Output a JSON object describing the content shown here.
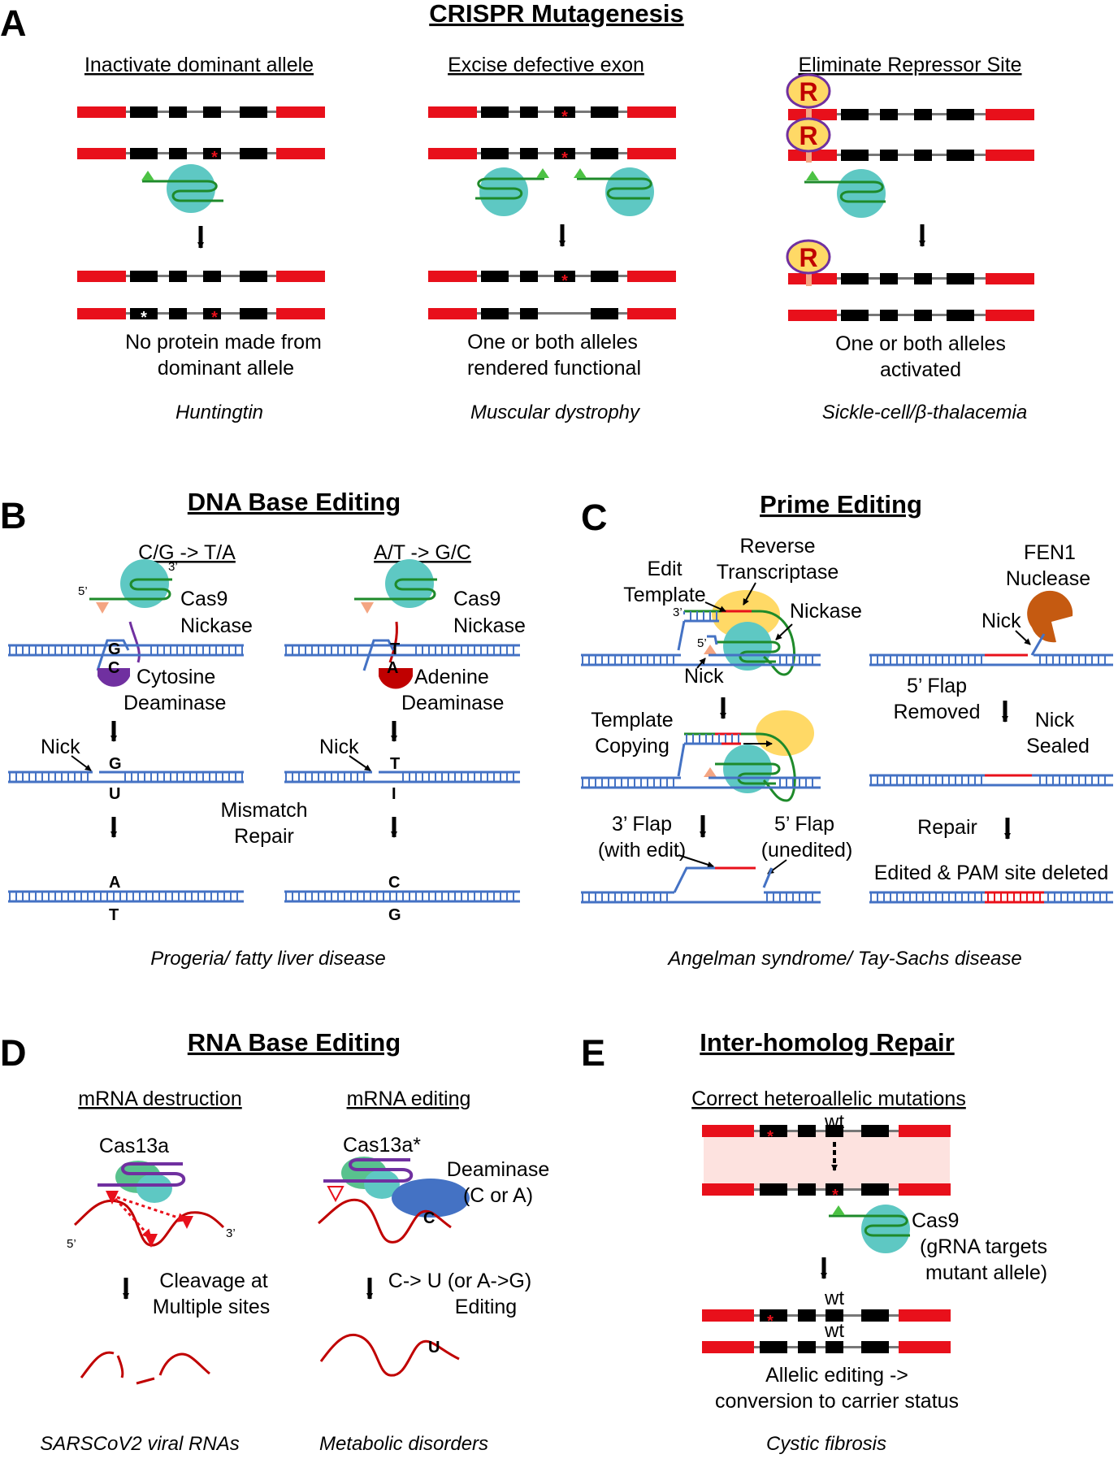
{
  "colors": {
    "red": "#e8101b",
    "black": "#000000",
    "gray": "#777777",
    "dna_blue": "#4472c4",
    "cas_teal": "#5ec8c3",
    "green": "#1e8a2a",
    "pam_green": "#4cc244",
    "pam_orange": "#f4a582",
    "purple": "#7030a0",
    "dark_red": "#c00000",
    "yellow": "#ffd966",
    "orange_brown": "#c55a11",
    "violet_strand": "#7030a0",
    "rna_red": "#c00000",
    "deaminase_blue": "#4472c4",
    "pink_band": "#fde2df"
  },
  "panelA": {
    "label": "A",
    "title": "CRISPR Mutagenesis",
    "col1": {
      "subtitle": "Inactivate dominant allele",
      "outcome1": "No protein made from",
      "outcome2": "dominant allele",
      "disease": "Huntingtin"
    },
    "col2": {
      "subtitle": "Excise defective exon",
      "outcome1": "One or both alleles",
      "outcome2": "rendered functional",
      "disease": "Muscular dystrophy"
    },
    "col3": {
      "subtitle": "Eliminate Repressor Site",
      "repressor": "R",
      "outcome1": "One or both alleles",
      "outcome2": "activated",
      "disease": "Sickle-cell/β-thalacemia"
    },
    "mutation_mark": "*"
  },
  "panelB": {
    "label": "B",
    "title": "DNA Base Editing",
    "left": {
      "subtitle": "C/G -> T/A",
      "five": "5’",
      "three": "3’",
      "cas1": "Cas9",
      "cas2": "Nickase",
      "top_base": "G",
      "bottom_base": "C",
      "deam1": "Cytosine",
      "deam2": "Deaminase",
      "nick": "Nick",
      "mid_top": "G",
      "mid_bottom": "U",
      "final_top": "A",
      "final_bottom": "T"
    },
    "center1": "Mismatch",
    "center2": "Repair",
    "right": {
      "subtitle": "A/T -> G/C",
      "cas1": "Cas9",
      "cas2": "Nickase",
      "top_base": "T",
      "bottom_base": "A",
      "deam1": "Adenine",
      "deam2": "Deaminase",
      "nick": "Nick",
      "mid_top": "T",
      "mid_bottom": "I",
      "final_top": "C",
      "final_bottom": "G"
    },
    "disease": "Progeria/ fatty liver disease"
  },
  "panelC": {
    "label": "C",
    "title": "Prime Editing",
    "rt1": "Reverse",
    "rt2": "Transcriptase",
    "edit1": "Edit",
    "edit2": "Template",
    "three": "3’",
    "five": "5’",
    "nickase": "Nickase",
    "nick": "Nick",
    "tc1": "Template",
    "tc2": "Copying",
    "flap3a": "3’ Flap",
    "flap3b": "(with edit)",
    "flap5a": "5’ Flap",
    "flap5b": "(unedited)",
    "fen1": "FEN1",
    "fen2": "Nuclease",
    "nick_r": "Nick",
    "removed1": "5’ Flap",
    "removed2": "Removed",
    "sealed1": "Nick",
    "sealed2": "Sealed",
    "repair": "Repair",
    "edited": "Edited & PAM site deleted",
    "disease": "Angelman syndrome/ Tay-Sachs disease"
  },
  "panelD": {
    "label": "D",
    "title": "RNA Base Editing",
    "left": {
      "subtitle": "mRNA destruction",
      "cas": "Cas13a",
      "five": "5’",
      "three": "3’",
      "step1": "Cleavage at",
      "step2": "Multiple sites",
      "disease": "SARSCoV2 viral RNAs"
    },
    "right": {
      "subtitle": "mRNA editing",
      "cas": "Cas13a*",
      "deam1": "Deaminase",
      "deam2": "(C or A)",
      "base": "C",
      "step1": "C-> U  (or A->G)",
      "step2": "Editing",
      "edited_base": "U",
      "disease": "Metabolic disorders"
    }
  },
  "panelE": {
    "label": "E",
    "title": "Inter-homolog Repair",
    "subtitle": "Correct heteroallelic mutations",
    "wt": "wt",
    "cas1": "Cas9",
    "cas2": "(gRNA targets",
    "cas3": "mutant allele)",
    "outcome1": "Allelic editing ->",
    "outcome2": "conversion to carrier status",
    "disease": "Cystic fibrosis"
  }
}
